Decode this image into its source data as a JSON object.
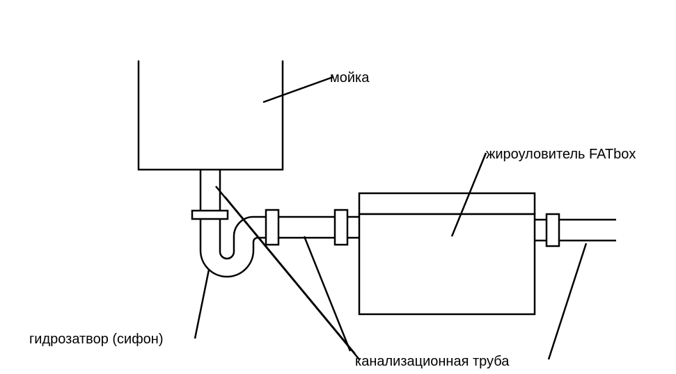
{
  "labels": {
    "sink": "мойка",
    "grease_trap": "жироуловитель FATbox",
    "water_seal": "гидрозатвор (сифон)",
    "sewer_pipe": "канализационная труба"
  },
  "colors": {
    "line": "#000000",
    "background": "#ffffff"
  }
}
